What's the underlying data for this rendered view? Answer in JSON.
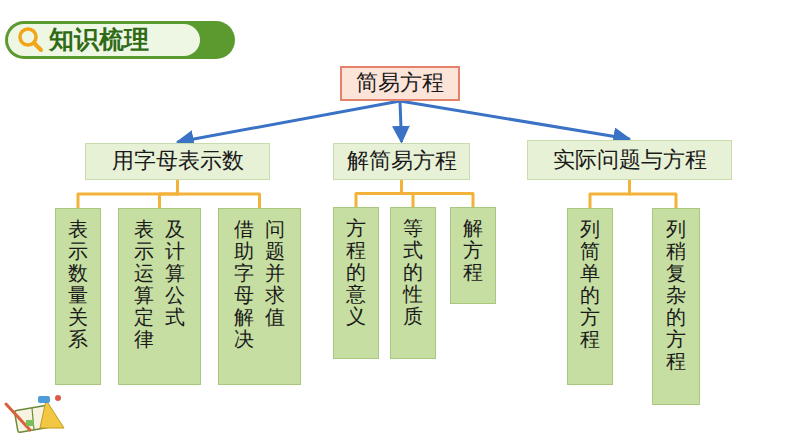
{
  "diagram": {
    "title": "知识梳理",
    "nodes": [
      {
        "text": [
          "简易方程"
        ]
      },
      {
        "text": [
          "用字母表示数"
        ]
      },
      {
        "text": [
          "解简易方程"
        ]
      },
      {
        "text": [
          "实际问题与方程"
        ]
      },
      {
        "text": [
          "表示数量关系"
        ]
      },
      {
        "text": [
          "表示运算定律及计算公式"
        ]
      },
      {
        "text": [
          "借助字母解决问题并求值"
        ]
      },
      {
        "text": [
          "方程的意义"
        ]
      },
      {
        "text": [
          "等式的性质"
        ]
      },
      {
        "text": [
          "解方程"
        ]
      },
      {
        "text": [
          "列简单的方程"
        ]
      },
      {
        "text": [
          "列稍复杂的方程"
        ]
      }
    ],
    "edges": [
      {
        "from": 0,
        "to": 1,
        "arrow": "to"
      },
      {
        "from": 0,
        "to": 2,
        "arrow": "to"
      },
      {
        "from": 0,
        "to": 3,
        "arrow": "to"
      },
      {
        "from": 1,
        "to": 4,
        "arrow": "none"
      },
      {
        "from": 1,
        "to": 5,
        "arrow": "none"
      },
      {
        "from": 1,
        "to": 6,
        "arrow": "none"
      },
      {
        "from": 2,
        "to": 7,
        "arrow": "none"
      },
      {
        "from": 2,
        "to": 8,
        "arrow": "none"
      },
      {
        "from": 2,
        "to": 9,
        "arrow": "none"
      },
      {
        "from": 3,
        "to": 10,
        "arrow": "none"
      },
      {
        "from": 3,
        "to": 11,
        "arrow": "none"
      }
    ]
  }
}
